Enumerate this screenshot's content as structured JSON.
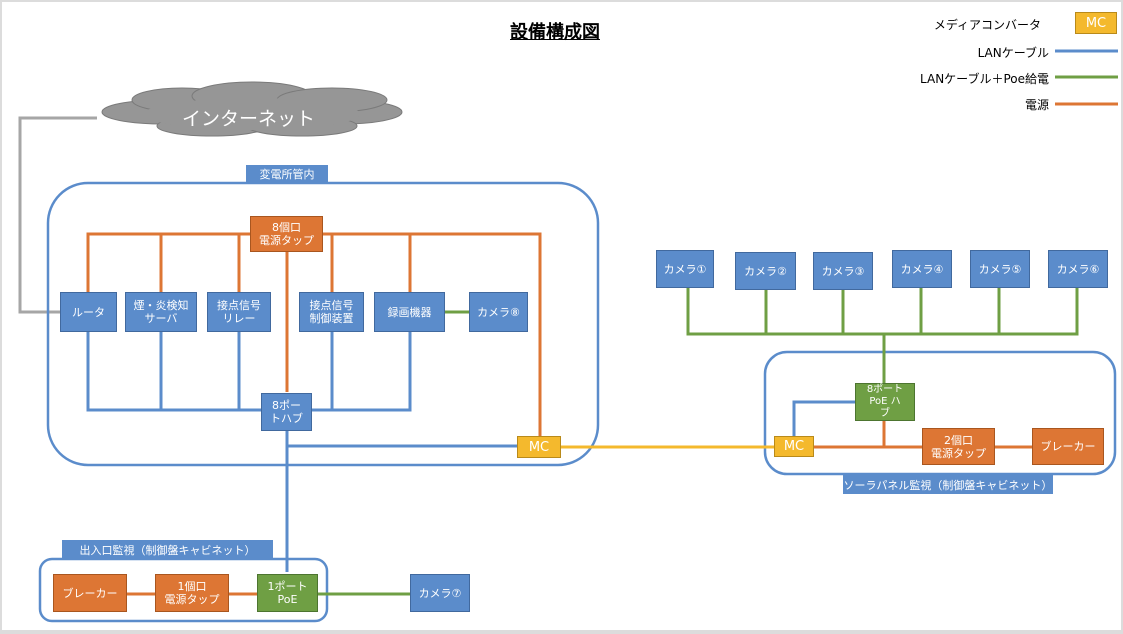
{
  "title": "設備構成図",
  "legend": {
    "media_converter": {
      "label": "メディアコンバータ",
      "badge": "MC",
      "color": "#f4b92d"
    },
    "lan_cable": {
      "label": "LANケーブル",
      "color": "#5b8ccb"
    },
    "lan_poe": {
      "label": "LANケーブル＋Poe給電",
      "color": "#6f9f44"
    },
    "power": {
      "label": "電源",
      "color": "#dd7634"
    }
  },
  "internet": {
    "label": "インターネット"
  },
  "substation": {
    "tag": "変電所管内",
    "power_tap": "8個口\n電源タップ",
    "router": "ルータ",
    "smoke_server": "煙・炎検知\nサーバ",
    "contact_relay": "接点信号\nリレー",
    "contact_controller": "接点信号\n制御装置",
    "recorder": "録画機器",
    "camera8": "カメラ⑧",
    "hub": "8ポー\nトハブ",
    "mc": "MC"
  },
  "solar": {
    "tag": "ソーラパネル監視（制御盤キャビネット）",
    "cameras": [
      "カメラ①",
      "カメラ②",
      "カメラ③",
      "カメラ④",
      "カメラ⑤",
      "カメラ⑥"
    ],
    "poe_hub": "8ポート\nPoE ハ\nブ",
    "mc": "MC",
    "power_tap": "2個口\n電源タップ",
    "breaker": "ブレーカー"
  },
  "entrance": {
    "tag": "出入口監視（制御盤キャビネット）",
    "breaker": "ブレーカー",
    "power_tap": "1個口\n電源タップ",
    "poe": "1ポート\nPoE",
    "camera7": "カメラ⑦"
  }
}
